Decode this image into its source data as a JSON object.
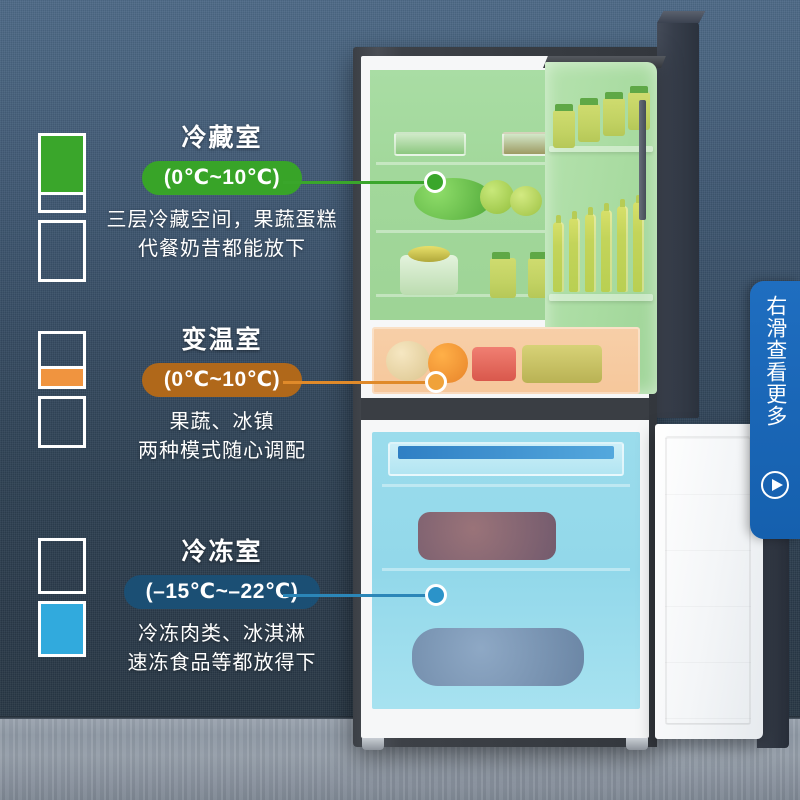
{
  "page": {
    "bg_top_color": "#4e6a87",
    "bg_bottom_color": "#293845",
    "floor_color": "#9aa3ae"
  },
  "sections": [
    {
      "key": "fridge",
      "title": "冷藏室",
      "range": "(0℃~10℃)",
      "desc_line1": "三层冷藏空间，果蔬蛋糕",
      "desc_line2": "代餐奶昔都能放下",
      "color": "#38a428",
      "legend_icon": "fridge-top-filled-icon"
    },
    {
      "key": "variable",
      "title": "变温室",
      "range": "(0℃~10℃)",
      "desc_line1": "果蔬、冰镇",
      "desc_line2": "两种模式随心调配",
      "color": "#b0681a",
      "legend_icon": "fridge-middle-filled-icon"
    },
    {
      "key": "freezer",
      "title": "冷冻室",
      "range": "(–15℃~–22℃)",
      "desc_line1": "冷冻肉类、冰淇淋",
      "desc_line2": "速冻食品等都放得下",
      "color": "#1b4f74",
      "legend_icon": "fridge-bottom-filled-icon"
    }
  ],
  "swipe_banner": {
    "text": "右滑查看更多",
    "icon": "play-arrow-icon",
    "color": "#1a66b6"
  },
  "product": {
    "name": "two-door-refrigerator",
    "compartments": [
      "green-fresh-food",
      "orange-variable-temp",
      "blue-freezer"
    ]
  }
}
